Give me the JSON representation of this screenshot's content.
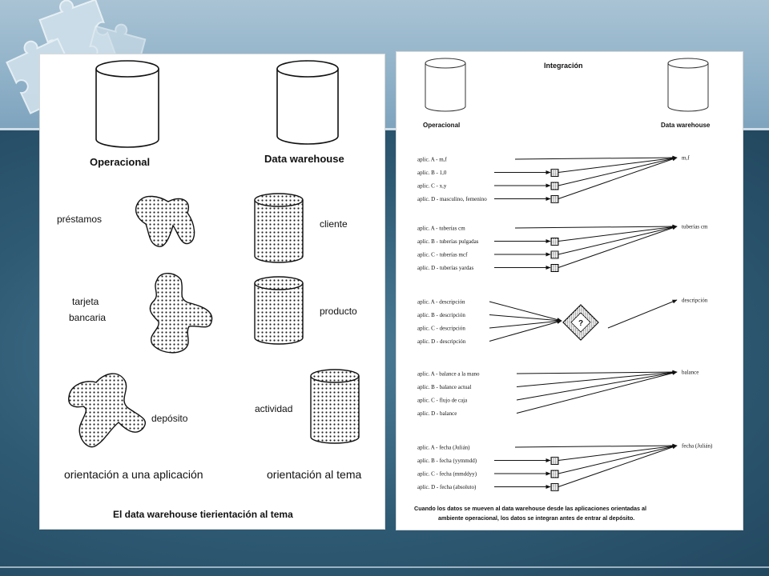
{
  "left_figure": {
    "label_operacional": "Operacional",
    "label_data_warehouse": "Data warehouse",
    "left_items": [
      "préstamos",
      "tarjeta",
      "bancaria",
      "depósito"
    ],
    "right_items": [
      "cliente",
      "producto",
      "actividad"
    ],
    "caption_left": "orientación a una aplicación",
    "caption_right": "orientación al tema",
    "footer": "El data warehouse tierientación al tema"
  },
  "right_figure": {
    "title": "Integración",
    "label_operacional": "Operacional",
    "label_data_warehouse": "Data warehouse",
    "groups": [
      {
        "sources": [
          "aplic. A - m,f",
          "aplic. B - 1,0",
          "aplic. C - x,y",
          "aplic. D - masculino, femenino"
        ],
        "target": "m,f"
      },
      {
        "sources": [
          "aplic. A - tuberías cm",
          "aplic. B - tuberías pulgadas",
          "aplic. C - tuberías mcf",
          "aplic. D - tuberías yardas"
        ],
        "target": "tuberías cm"
      },
      {
        "sources": [
          "aplic. A - descripción",
          "aplic. B - descripción",
          "aplic. C - descripción",
          "aplic. D - descripción"
        ],
        "target": "descripción",
        "decision": "?"
      },
      {
        "sources": [
          "aplic. A - balance a la mano",
          "aplic. B - balance actual",
          "aplic. C - flujo de caja",
          "aplic. D - balance"
        ],
        "target": "balance"
      },
      {
        "sources": [
          "aplic. A - fecha (Julián)",
          "aplic. B - fecha (yymmdd)",
          "aplic. C - fecha (mmddyy)",
          "aplic. D - fecha (absoluto)"
        ],
        "target": "fecha (Julián)"
      }
    ],
    "caption_line1": "Cuando los datos se mueven al data warehouse desde las aplicaciones orientadas al",
    "caption_line2": "ambiente operacional, los datos se integran antes de entrar al depósito."
  }
}
